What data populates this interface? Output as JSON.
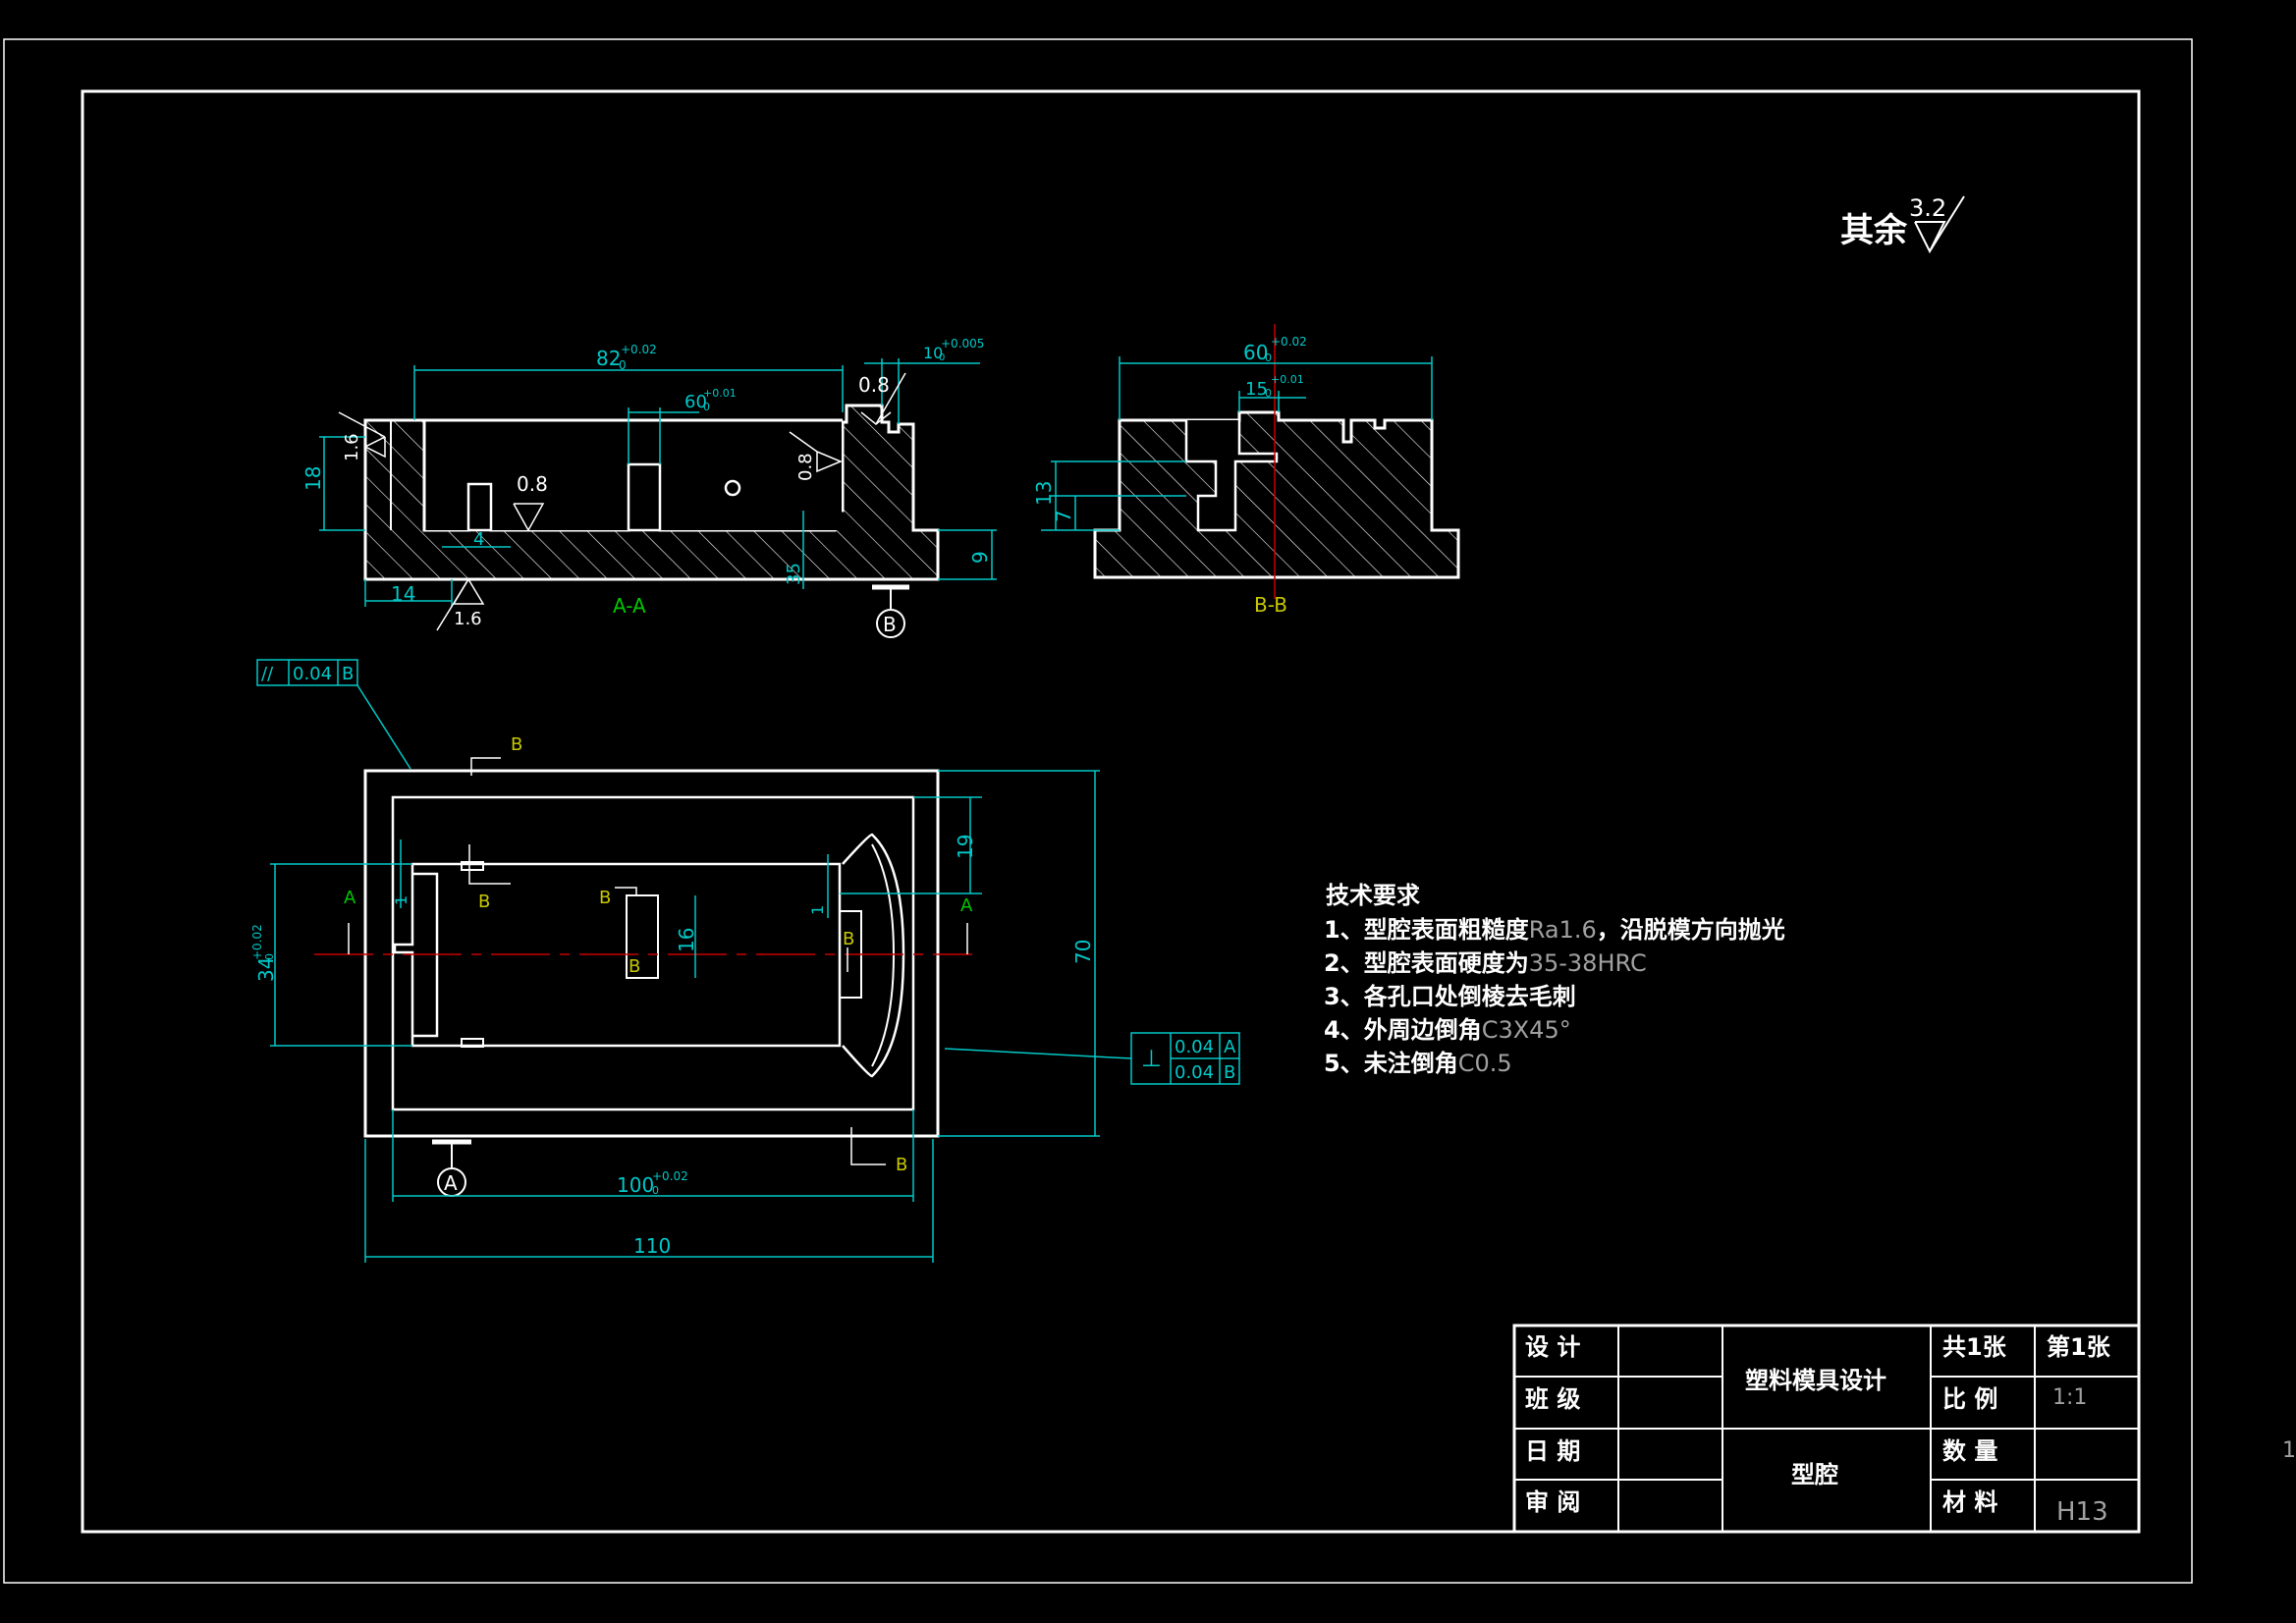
{
  "colors": {
    "background": "#000000",
    "outline": "#ffffff",
    "dimension": "#00c8c8",
    "label": "#c8c800",
    "section": "#00c800",
    "centerline": "#c80000",
    "note_value": "#a0a0a0"
  },
  "roughness_rest": {
    "label": "其余",
    "value": "3.2"
  },
  "section_aa": {
    "label": "A-A",
    "dims": {
      "w82": "82",
      "w82_tol": "+0.02",
      "w82_sub": "0",
      "w60": "60",
      "w60_tol": "+0.01",
      "w60_sub": "0",
      "w10": "10",
      "w10_tol": "+0.005",
      "w10_sub": "0",
      "h18": "18",
      "h9": "9",
      "w14": "14",
      "w4": "4",
      "h35": "35"
    },
    "roughness": {
      "r1": "1.6",
      "r2": "0.8",
      "r3": "0.8",
      "r4": "0.8",
      "r5": "1.6"
    },
    "datum_b": "B"
  },
  "section_bb": {
    "label": "B-B",
    "dims": {
      "w60": "60",
      "w60_tol": "+0.02",
      "w60_sub": "0",
      "w15": "15",
      "w15_tol": "+0.01",
      "w15_sub": "0",
      "h13": "13",
      "h7": "7"
    }
  },
  "plan_view": {
    "parallel_fcf": {
      "symbol": "//",
      "value": "0.04",
      "datum": "B"
    },
    "perp_fcf": {
      "symbol": "⊥",
      "row1_value": "0.04",
      "row1_datum": "A",
      "row2_value": "0.04",
      "row2_datum": "B"
    },
    "cut_labels": {
      "b_top": "B",
      "b_bottom": "B",
      "a_left": "A",
      "a_right": "A",
      "b_i1": "B",
      "b_i2": "B",
      "b_i3": "B",
      "b_i4": "B"
    },
    "datum_a": "A",
    "dims": {
      "h34": "34",
      "h34_tol": "+0.02",
      "h34_sub": "0",
      "h19": "19",
      "h16": "16",
      "h1a": "1",
      "h1b": "1",
      "h70": "70",
      "w100": "100",
      "w100_tol": "+0.02",
      "w100_sub": "0",
      "w110": "110"
    }
  },
  "tech_notes": {
    "title": "技术要求",
    "items": [
      {
        "prefix": "1、型腔表面粗糙度",
        "value": "Ra1.6",
        "suffix": "，沿脱模方向抛光"
      },
      {
        "prefix": "2、型腔表面硬度为",
        "value": "35-38HRC",
        "suffix": ""
      },
      {
        "prefix": "3、各孔口处倒棱去毛刺",
        "value": "",
        "suffix": ""
      },
      {
        "prefix": "4、外周边倒角",
        "value": "C3X45°",
        "suffix": ""
      },
      {
        "prefix": "5、未注倒角",
        "value": "C0.5",
        "suffix": ""
      }
    ]
  },
  "title_block": {
    "design": "设 计",
    "class": "班 级",
    "date": "日 期",
    "review": "审 阅",
    "project": "塑料模具设计",
    "part": "型腔",
    "total_sheets": "共1张",
    "sheet_no": "第1张",
    "scale_label": "比 例",
    "scale_value": "1:1",
    "qty_label": "数 量",
    "qty_value": "",
    "material_label": "材 料",
    "material_value": "H13"
  },
  "margin_mark": "1"
}
